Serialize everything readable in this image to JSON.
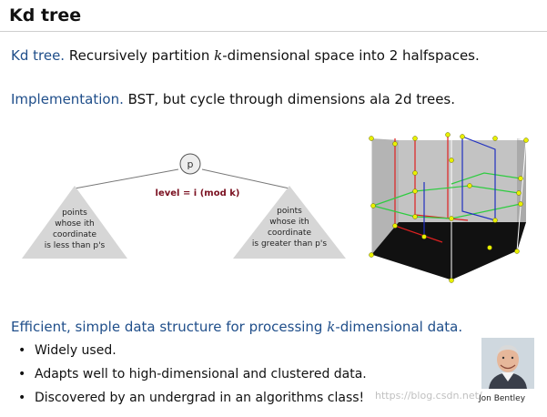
{
  "title": "Kd tree",
  "line1": {
    "term": "Kd tree.",
    "before": "Recursively partition",
    "k": "k",
    "after": "-dimensional space into 2 halfspaces."
  },
  "line2": {
    "term": "Implementation.",
    "text": "BST, but cycle through dimensions ala 2d trees."
  },
  "tree": {
    "root": "p",
    "level_label": "level = i (mod k)",
    "left": [
      "points",
      "whose ith",
      "coordinate",
      "is less than p's"
    ],
    "right": [
      "points",
      "whose ith",
      "coordinate",
      "is greater than p's"
    ]
  },
  "summary": {
    "before": "Efficient, simple data structure for processing",
    "k": "k",
    "after": "-dimensional data."
  },
  "bullets": [
    "Widely used.",
    "Adapts well to high-dimensional and clustered data.",
    "Discovered by an undergrad in an algorithms class!"
  ],
  "photo_caption": "Jon Bentley",
  "watermark": "https://blog.csdn.net/",
  "colors": {
    "accent": "#1f4e8a",
    "level_label": "#7a1020",
    "red_plane": "#e02020",
    "green_plane": "#2ecc40",
    "blue_plane": "#2030c0",
    "point": "#e8f000"
  }
}
